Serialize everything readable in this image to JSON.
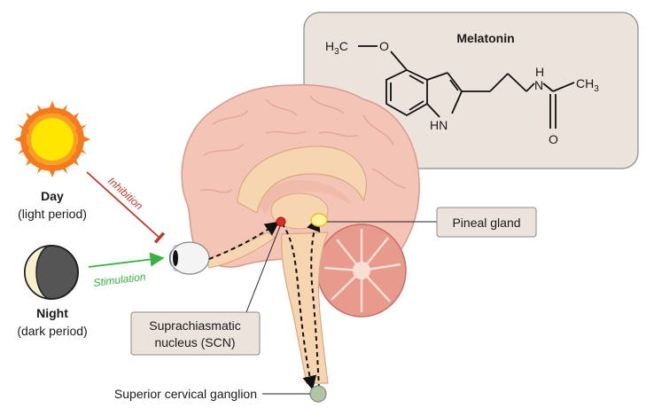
{
  "melatonin": {
    "title": "Melatonin",
    "h3c": "H",
    "h3c_sub": "3",
    "h3c_c": "C",
    "o_methoxy": "O",
    "nh_n": "N",
    "nh_h": "H",
    "ch3": "CH",
    "ch3_sub": "3",
    "o_carbonyl": "O",
    "hn": "HN"
  },
  "day": {
    "title": "Day",
    "subtitle": "(light period)"
  },
  "night": {
    "title": "Night",
    "subtitle": "(dark period)"
  },
  "arrows": {
    "inhibition": "Inhibition",
    "stimulation": "Stimulation"
  },
  "labels": {
    "pineal_gland": "Pineal gland",
    "scn_line1": "Suprachiasmatic",
    "scn_line2": "nucleus (SCN)",
    "ganglion": "Superior cervical ganglion"
  },
  "colors": {
    "inhibition": "#c0392b",
    "stimulation": "#3cb043",
    "box_fill": "#ece4dc",
    "brain": "#f4c4b6"
  }
}
